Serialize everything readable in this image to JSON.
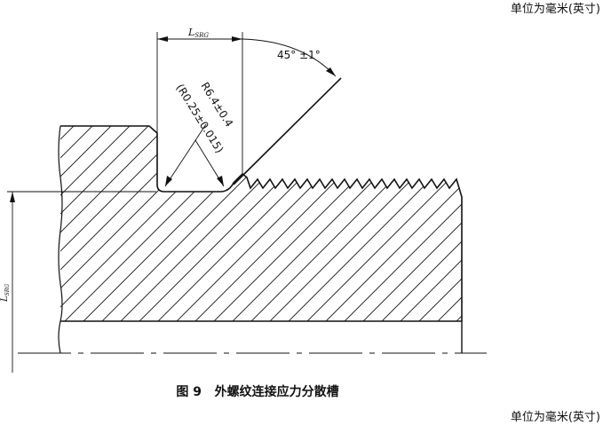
{
  "units_top": "单位为毫米(英寸)",
  "units_bottom": "单位为毫米(英寸)",
  "caption": "图 9   外螺纹连接应力分散槽",
  "dimensions": {
    "groove_length": "L_SRG",
    "groove_length_main": "L",
    "groove_length_sub": "SRG",
    "groove_depth_main": "L",
    "groove_depth_sub": "SRG",
    "angle": "45° ±1°",
    "radius_outer": "R6.4±0.4",
    "radius_inner": "(R0.25±0.015)"
  },
  "colors": {
    "line": "#111111",
    "background": "#ffffff"
  }
}
